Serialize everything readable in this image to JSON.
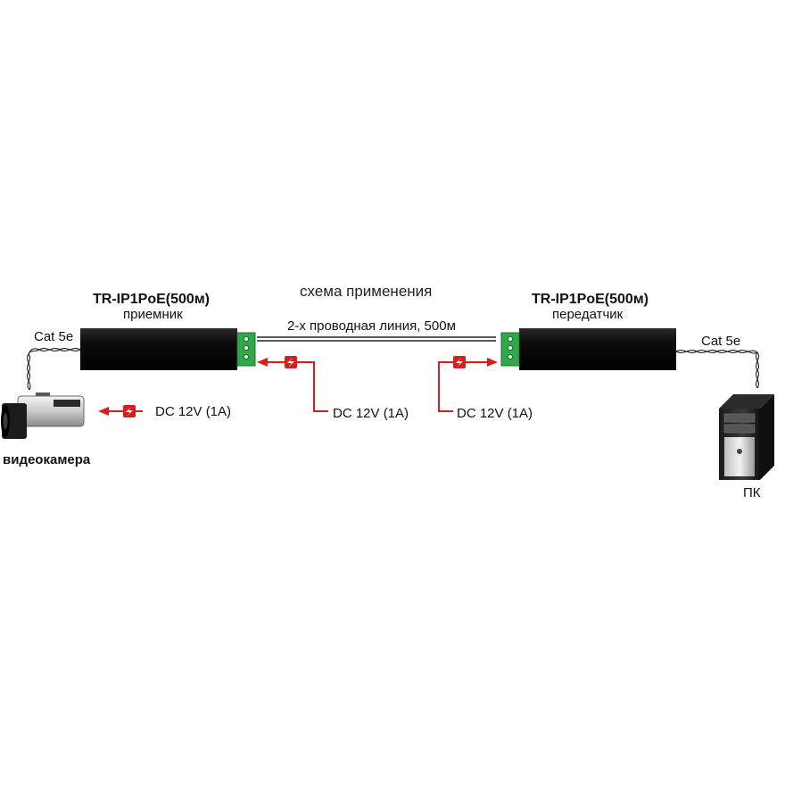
{
  "diagram": {
    "title": "схема применения",
    "line_label": "2-х проводная линия, 500м",
    "receiver": {
      "model": "TR-IP1PoE(500м)",
      "role": "приемник"
    },
    "transmitter": {
      "model": "TR-IP1PoE(500м)",
      "role": "передатчик"
    },
    "cable_left": "Cat 5e",
    "cable_right": "Cat 5e",
    "camera_label": "видеокамера",
    "pc_label": "ПК",
    "power_camera": "DC 12V (1A)",
    "power_receiver": "DC 12V (1A)",
    "power_transmitter": "DC 12V (1A)",
    "colors": {
      "device_body": "#0b0b0b",
      "terminal": "#2fa84a",
      "power_line": "#d61e1e",
      "cable": "#222222"
    },
    "icons": [
      "camera-icon",
      "pc-tower-icon",
      "lightning-icon",
      "twisted-pair-icon"
    ]
  }
}
